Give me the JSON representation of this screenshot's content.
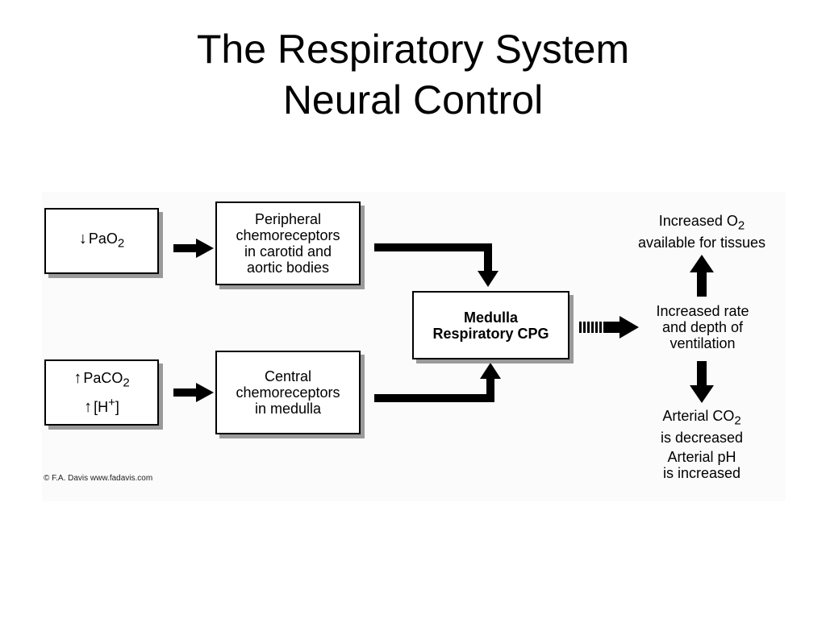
{
  "slide": {
    "title_line1": "The Respiratory System",
    "title_line2": "Neural Control"
  },
  "diagram": {
    "pao2": {
      "arrow": "↓",
      "label": "PaO",
      "sub": "2"
    },
    "paco2": {
      "arrow": "↑",
      "label": "PaCO",
      "sub": "2"
    },
    "h_ion": {
      "arrow": "↑",
      "label": "[H",
      "sup": "+",
      "close": "]"
    },
    "peripheral": {
      "line1": "Peripheral",
      "line2": "chemoreceptors",
      "line3": "in carotid and",
      "line4": "aortic bodies"
    },
    "central": {
      "line1": "Central",
      "line2": "chemoreceptors",
      "line3": "in medulla"
    },
    "medulla": {
      "line1": "Medulla",
      "line2": "Respiratory CPG"
    },
    "increased_o2": {
      "line1_prefix": "Increased O",
      "line1_sub": "2",
      "line2": "available for tissues"
    },
    "ventilation": {
      "line1": "Increased rate",
      "line2": "and depth of",
      "line3": "ventilation"
    },
    "arterial": {
      "co2_prefix": "Arterial CO",
      "co2_sub": "2",
      "co2_line2": "is decreased",
      "ph_line1": "Arterial pH",
      "ph_line2": "is increased"
    },
    "credit": "© F.A. Davis   www.fadavis.com"
  }
}
